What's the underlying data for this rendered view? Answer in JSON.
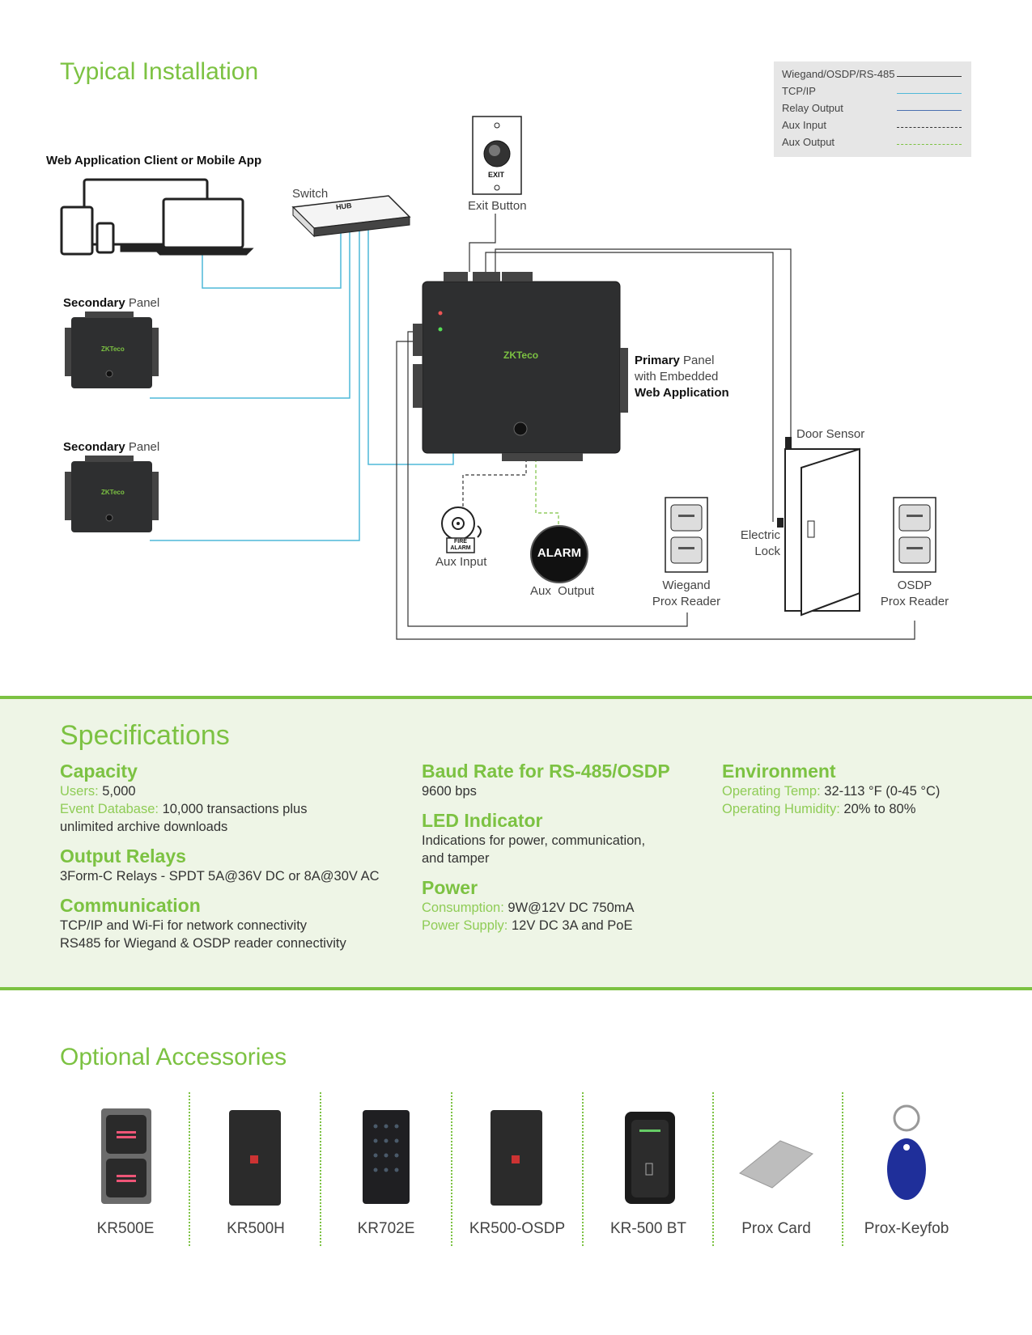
{
  "installation": {
    "title": "Typical Installation",
    "legend": [
      {
        "label": "Wiegand/OSDP/RS-485",
        "color": "#333333",
        "style": "solid"
      },
      {
        "label": "TCP/IP",
        "color": "#4fb8d8",
        "style": "solid"
      },
      {
        "label": "Relay Output",
        "color": "#4a6fb0",
        "style": "solid"
      },
      {
        "label": "Aux Input",
        "color": "#333333",
        "style": "dashed"
      },
      {
        "label": "Aux Output",
        "color": "#7cc242",
        "style": "dashed"
      }
    ],
    "client_label": "Web Application Client or Mobile App",
    "switch_label": "Switch",
    "hub_text": "HUB",
    "exit_button_label": "Exit Button",
    "exit_text": "EXIT",
    "secondary_bold": "Secondary",
    "secondary_rest": " Panel",
    "panel_logo": "ZKTeco",
    "primary_bold": "Primary",
    "primary_rest": " Panel",
    "primary_line2": "with Embedded",
    "primary_line3": "Web Application",
    "door_sensor": "Door Sensor",
    "electric_lock_1": "Electric",
    "electric_lock_2": "Lock",
    "fire_alarm_1": "FIRE",
    "fire_alarm_2": "ALARM",
    "aux_input": "Aux Input",
    "alarm_text": "ALARM",
    "aux_output": "Aux  Output",
    "wiegand_1": "Wiegand",
    "wiegand_2": "Prox Reader",
    "osdp_1": "OSDP",
    "osdp_2": "Prox Reader"
  },
  "specifications": {
    "title": "Specifications",
    "capacity": {
      "heading": "Capacity",
      "users_key": "Users:",
      "users_val": " 5,000",
      "events_key": "Event Database:",
      "events_val": " 10,000 transactions plus",
      "events_val2": "unlimited archive downloads"
    },
    "relays": {
      "heading": "Output Relays",
      "text": "3Form-C Relays - SPDT 5A@36V DC or 8A@30V AC"
    },
    "communication": {
      "heading": "Communication",
      "line1": "TCP/IP and Wi-Fi for network connectivity",
      "line2": "RS485 for Wiegand & OSDP reader connectivity"
    },
    "baud": {
      "heading": "Baud Rate for RS-485/OSDP",
      "text": "9600 bps"
    },
    "led": {
      "heading": "LED Indicator",
      "line1": "Indications for power, communication,",
      "line2": "and tamper"
    },
    "power": {
      "heading": "Power",
      "cons_key": "Consumption:",
      "cons_val": " 9W@12V DC 750mA",
      "supply_key": "Power Supply:",
      "supply_val": " 12V DC 3A and PoE"
    },
    "environment": {
      "heading": "Environment",
      "temp_key": "Operating Temp:",
      "temp_val": " 32-113 °F (0-45 °C)",
      "hum_key": "Operating Humidity:",
      "hum_val": " 20% to 80%"
    }
  },
  "accessories": {
    "title": "Optional Accessories",
    "items": [
      "KR500E",
      "KR500H",
      "KR702E",
      "KR500-OSDP",
      "KR-500 BT",
      "Prox Card",
      "Prox-Keyfob"
    ]
  },
  "colors": {
    "accent_green": "#7cc242",
    "tcpip_blue": "#4fb8d8",
    "spec_bg": "#eef5e6"
  }
}
